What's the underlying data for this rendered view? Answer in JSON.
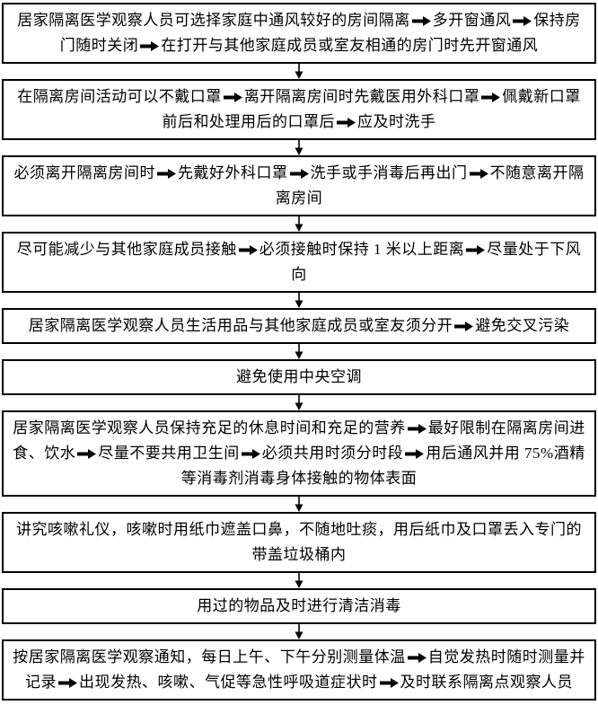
{
  "colors": {
    "ink": "#000000",
    "background": "#ffffff"
  },
  "flowchart": {
    "description": "home-quarantine-medical-observation-flowchart",
    "boxes": [
      {
        "segments": [
          "居家隔离医学观察人员可选择家庭中通风较好的房间隔离",
          "多开窗通风",
          "保持房门随时关闭",
          "在打开与其他家庭成员或室友相通的房门时先开窗通风"
        ]
      },
      {
        "segments": [
          "在隔离房间活动可以不戴口罩",
          "离开隔离房间时先戴医用外科口罩",
          "佩戴新口罩前后和处理用后的口罩后",
          "应及时洗手"
        ]
      },
      {
        "segments": [
          "必须离开隔离房间时",
          "先戴好外科口罩",
          "洗手或手消毒后再出门",
          "不随意离开隔离房间"
        ]
      },
      {
        "segments": [
          "尽可能减少与其他家庭成员接触",
          "必须接触时保持 1 米以上距离",
          "尽量处于下风向"
        ]
      },
      {
        "segments": [
          "居家隔离医学观察人员生活用品与其他家庭成员或室友须分开",
          "避免交叉污染"
        ]
      },
      {
        "segments": [
          "避免使用中央空调"
        ]
      },
      {
        "segments": [
          "居家隔离医学观察人员保持充足的休息时间和充足的营养",
          "最好限制在隔离房间进食、饮水",
          "尽量不要共用卫生间",
          "必须共用时须分时段",
          "用后通风并用 75%酒精等消毒剂消毒身体接触的物体表面"
        ]
      },
      {
        "segments": [
          "讲究咳嗽礼仪，咳嗽时用纸巾遮盖口鼻，不随地吐痰，用后纸巾及口罩丢入专门的带盖垃圾桶内"
        ]
      },
      {
        "segments": [
          "用过的物品及时进行清洁消毒"
        ]
      },
      {
        "segments": [
          "按居家隔离医学观察通知，每日上午、下午分别测量体温",
          "自觉发热时随时测量并记录",
          "出现发热、咳嗽、气促等急性呼吸道症状时",
          "及时联系隔离点观察人员"
        ]
      }
    ]
  }
}
